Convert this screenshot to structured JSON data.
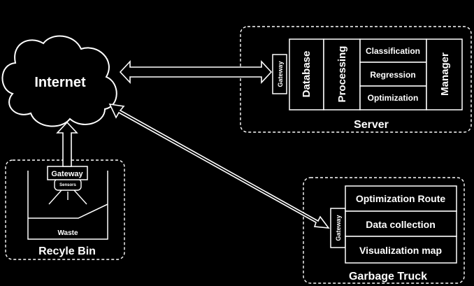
{
  "internet": {
    "label": "Internet"
  },
  "server": {
    "title": "Server",
    "gateway": "Gateway",
    "database": "Database",
    "processing": "Processing",
    "classification": "Classification",
    "regression": "Regression",
    "optimization": "Optimization",
    "manager": "Manager"
  },
  "recycle_bin": {
    "title": "Recyle Bin",
    "gateway": "Gateway",
    "sensors": "Sensors",
    "waste": "Waste"
  },
  "garbage_truck": {
    "title": "Garbage Truck",
    "gateway": "Gateway",
    "optimization_route": "Optimization Route",
    "data_collection": "Data collection",
    "visualization_map": "Visualization map"
  }
}
